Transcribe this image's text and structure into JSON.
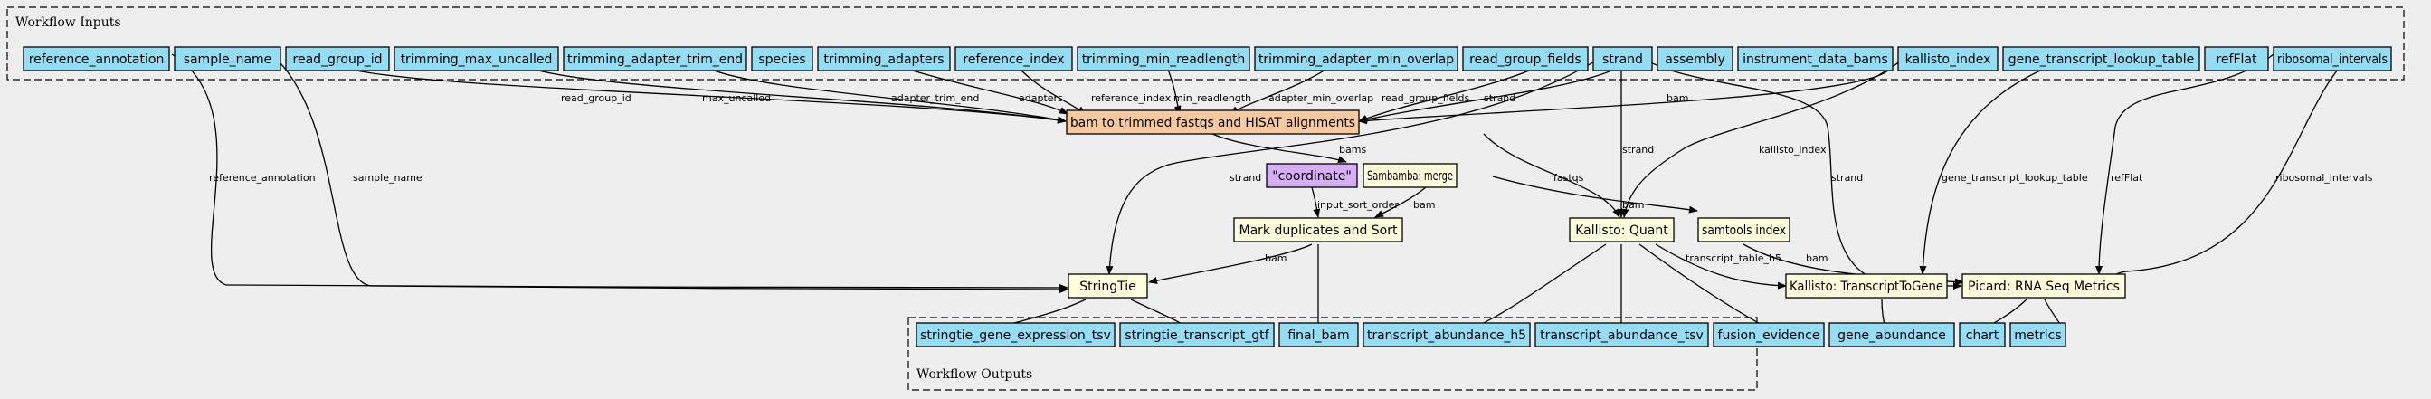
{
  "clusters": {
    "inputs": "Workflow Inputs",
    "outputs": "Workflow Outputs"
  },
  "colors": {
    "background": "#eeeeee",
    "io_node": "#94ddf4",
    "step_node": "#ffffdd",
    "main_step_node": "#f7c9a0",
    "constant_node": "#d6aef6"
  },
  "inputs": {
    "reference_annotation": "reference_annotation",
    "sample_name": "sample_name",
    "read_group_id": "read_group_id",
    "trimming_max_uncalled": "trimming_max_uncalled",
    "trimming_adapter_trim_end": "trimming_adapter_trim_end",
    "species": "species",
    "trimming_adapters": "trimming_adapters",
    "reference_index": "reference_index",
    "trimming_min_readlength": "trimming_min_readlength",
    "trimming_adapter_min_overlap": "trimming_adapter_min_overlap",
    "read_group_fields": "read_group_fields",
    "strand": "strand",
    "assembly": "assembly",
    "instrument_data_bams": "instrument_data_bams",
    "kallisto_index": "kallisto_index",
    "gene_transcript_lookup_table": "gene_transcript_lookup_table",
    "refFlat": "refFlat",
    "ribosomal_intervals": "ribosomal_intervals"
  },
  "steps": {
    "bam_to_trimmed": "bam to trimmed fastqs and HISAT alignments",
    "coordinate": "\"coordinate\"",
    "sambamba_merge": "Sambamba: merge",
    "mark_duplicates": "Mark duplicates and Sort",
    "kallisto_quant": "Kallisto: Quant",
    "samtools_index": "samtools index",
    "stringtie": "StringTie",
    "transcript_to_gene": "Kallisto: TranscriptToGene",
    "picard": "Picard: RNA Seq Metrics"
  },
  "outputs": {
    "stringtie_gene_expression_tsv": "stringtie_gene_expression_tsv",
    "stringtie_transcript_gtf": "stringtie_transcript_gtf",
    "final_bam": "final_bam",
    "transcript_abundance_h5": "transcript_abundance_h5",
    "transcript_abundance_tsv": "transcript_abundance_tsv",
    "fusion_evidence": "fusion_evidence",
    "gene_abundance": "gene_abundance",
    "chart": "chart",
    "metrics": "metrics"
  },
  "edge_labels": {
    "read_group_id": "read_group_id",
    "max_uncalled": "max_uncalled",
    "adapter_trim_end": "adapter_trim_end",
    "adapters": "adapters",
    "reference_index": "reference_index",
    "min_readlength": "min_readlength",
    "adapter_min_overlap": "adapter_min_overlap",
    "read_group_fields": "read_group_fields",
    "strand_trim": "strand",
    "bam_trim": "bam",
    "reference_annotation": "reference_annotation",
    "sample_name": "sample_name",
    "bams": "bams",
    "fastqs": "fastqs",
    "strand_stringtie": "strand",
    "strand_kallisto": "strand",
    "kallisto_index": "kallisto_index",
    "strand_picard": "strand",
    "gene_transcript_lookup_table": "gene_transcript_lookup_table",
    "refFlat": "refFlat",
    "ribosomal_intervals": "ribosomal_intervals",
    "input_sort_order": "input_sort_order",
    "bam_merge": "bam",
    "bam_samtools": "bam",
    "bam_stringtie": "bam",
    "transcript_table_h5": "transcript_table_h5",
    "bam_picard": "bam"
  }
}
